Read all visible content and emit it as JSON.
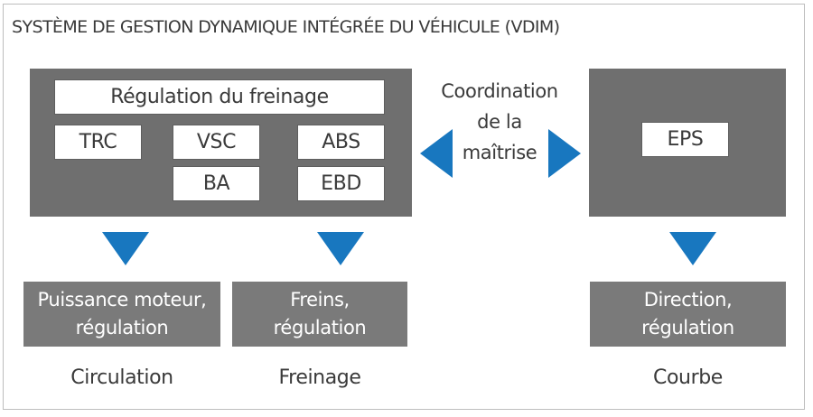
{
  "title": "SYSTÈME DE GESTION DYNAMIQUE INTÉGRÉE DU VÉHICULE (VDIM)",
  "left_panel": {
    "header": "Régulation du freinage",
    "items": [
      "TRC",
      "VSC",
      "ABS",
      "BA",
      "EBD"
    ]
  },
  "coordination": [
    "Coordination",
    "de la",
    "maîtrise"
  ],
  "right_panel": {
    "item": "EPS"
  },
  "outputs": [
    {
      "lines": [
        "Puissance moteur,",
        "régulation"
      ],
      "caption": "Circulation"
    },
    {
      "lines": [
        "Freins,",
        "régulation"
      ],
      "caption": "Freinage"
    },
    {
      "lines": [
        "Direction,",
        "régulation"
      ],
      "caption": "Courbe"
    }
  ],
  "colors": {
    "arrow": "#1877bf",
    "panel": "#6f6f6f",
    "output_box": "#7a7a7a"
  }
}
